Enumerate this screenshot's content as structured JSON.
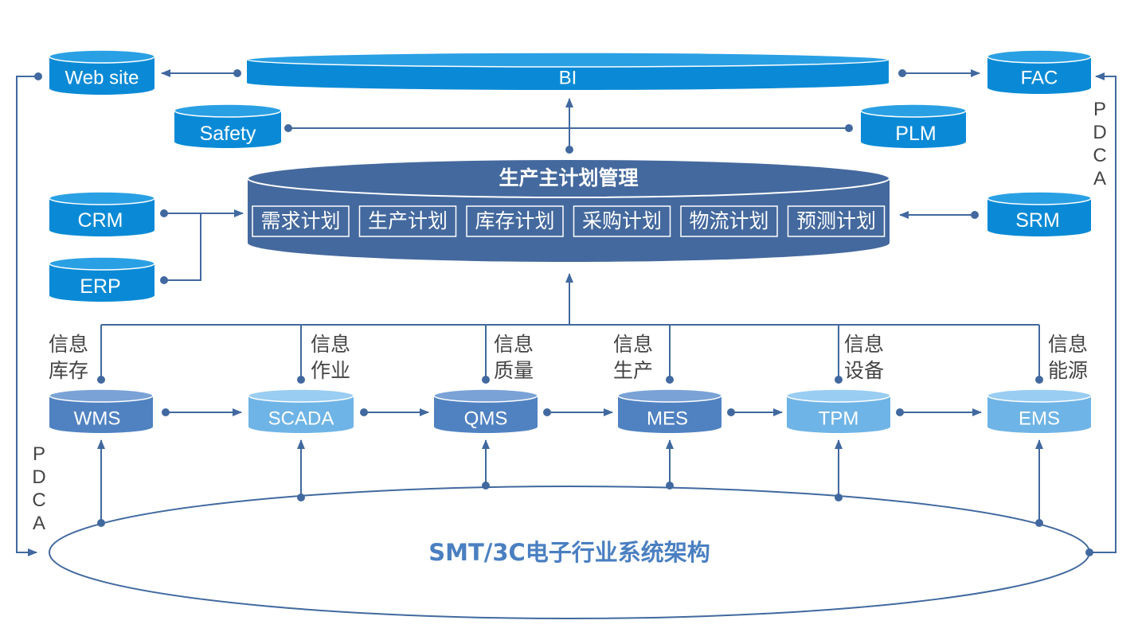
{
  "colors": {
    "blue_bright": "#0a8ad6",
    "blue_bright_top": "#2aa0e4",
    "blue_light": "#6fb4e6",
    "blue_light_top": "#9acdf2",
    "blue_mid": "#5082c2",
    "blue_mid_top": "#7aa2d6",
    "navy": "#44699e",
    "navy_top": "#5a80b8",
    "line": "#41699f",
    "title": "#4a7fc1"
  },
  "bi": {
    "label": "BI"
  },
  "website": {
    "label": "Web site"
  },
  "fac": {
    "label": "FAC"
  },
  "safety": {
    "label": "Safety"
  },
  "plm": {
    "label": "PLM"
  },
  "crm": {
    "label": "CRM"
  },
  "erp": {
    "label": "ERP"
  },
  "srm": {
    "label": "SRM"
  },
  "master_plan": {
    "title": "生产主计划管理",
    "items": [
      "需求计划",
      "生产计划",
      "库存计划",
      "采购计划",
      "物流计划",
      "预测计划"
    ]
  },
  "systems": [
    {
      "label": "WMS",
      "info": [
        "信息",
        "库存"
      ]
    },
    {
      "label": "SCADA",
      "info": [
        "信息",
        "作业"
      ]
    },
    {
      "label": "QMS",
      "info": [
        "信息",
        "质量"
      ]
    },
    {
      "label": "MES",
      "info": [
        "信息",
        "生产"
      ]
    },
    {
      "label": "TPM",
      "info": [
        "信息",
        "设备"
      ]
    },
    {
      "label": "EMS",
      "info": [
        "信息",
        "能源"
      ]
    }
  ],
  "pdca_left": [
    "P",
    "D",
    "C",
    "A"
  ],
  "pdca_right": [
    "P",
    "D",
    "C",
    "A"
  ],
  "architecture_title": "SMT/3C电子行业系统架构"
}
